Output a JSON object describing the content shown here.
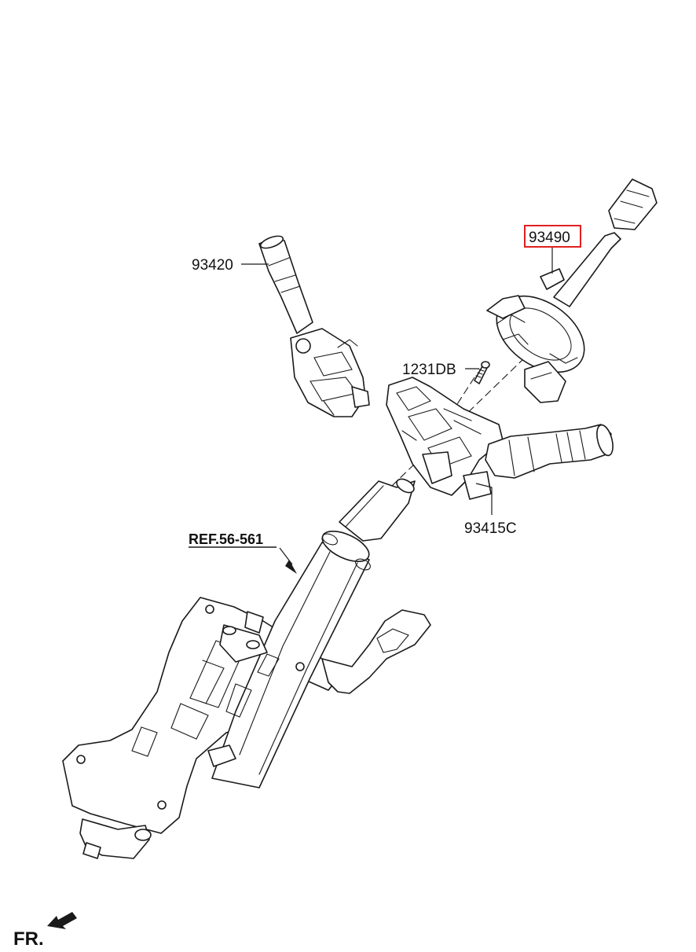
{
  "diagram": {
    "parts": [
      {
        "id": "93420",
        "label": "93420"
      },
      {
        "id": "93490",
        "label": "93490",
        "highlighted": true
      },
      {
        "id": "1231DB",
        "label": "1231DB"
      },
      {
        "id": "93415C",
        "label": "93415C"
      }
    ],
    "reference": {
      "label": "REF.56-561"
    },
    "orientation": {
      "label": "FR."
    },
    "colors": {
      "line": "#1a1a1a",
      "highlight": "#e02020",
      "background": "#ffffff"
    }
  }
}
